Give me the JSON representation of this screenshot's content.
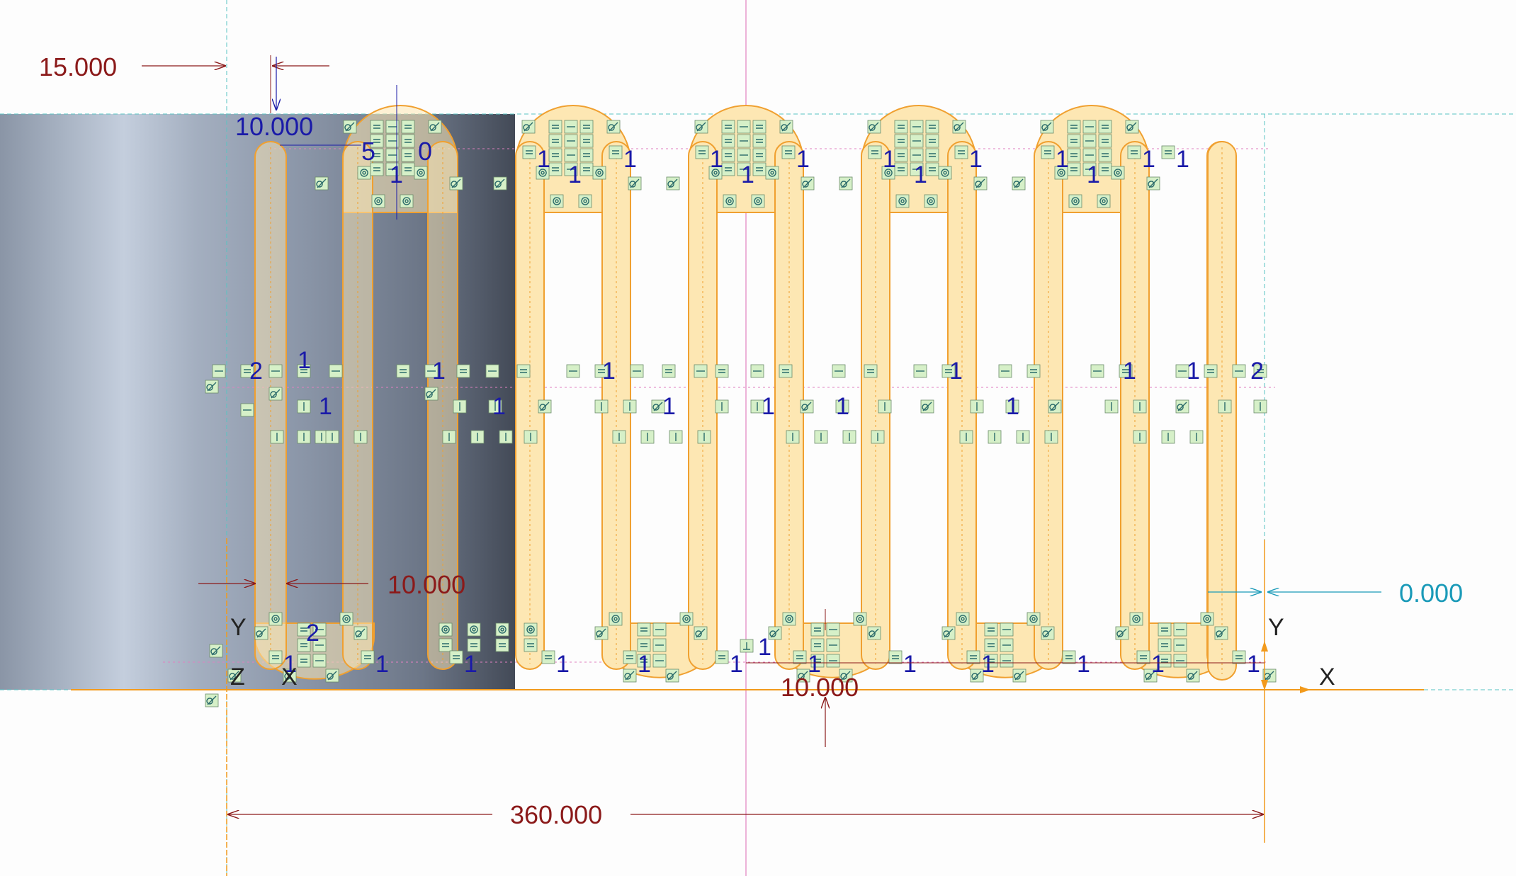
{
  "view": {
    "name": "cad-sketch-viewport",
    "colors": {
      "background": "#fdfdfd",
      "solid_dark": "#4d5563",
      "solid_light": "#c0cadb",
      "sketch_fill": "#fde7b3",
      "sketch_stroke": "#f0a030",
      "dimension_dark_red": "#8b1a1a",
      "dimension_blue": "#1a1aa8",
      "dimension_cyan": "#1a9ab8",
      "constraint_bg": "#d6f0c8",
      "axis_orange": "#f29a1c",
      "centerline_pink": "#e080c0",
      "refline_cyan": "#58c4c4"
    }
  },
  "dimensions": {
    "left_offset": "15.000",
    "top_width": "10.000",
    "slot_width": "10.000",
    "bottom_gap": "10.000",
    "right_offset": "0.000",
    "total_length": "360.000",
    "partial_5": "5",
    "partial_0": "0"
  },
  "axes": {
    "left": {
      "y": "Y",
      "x": "X",
      "z": "Z"
    },
    "right": {
      "y": "Y",
      "x": "X"
    }
  },
  "constraint_labels": {
    "one": "1",
    "two": "2"
  },
  "icons": {
    "tangent": "tangent-constraint-icon",
    "equal": "equal-constraint-icon",
    "horizontal": "horizontal-constraint-icon",
    "vertical": "vertical-constraint-icon",
    "coincident": "coincident-constraint-icon",
    "perpendicular": "perpendicular-constraint-icon",
    "concentric": "concentric-constraint-icon"
  }
}
